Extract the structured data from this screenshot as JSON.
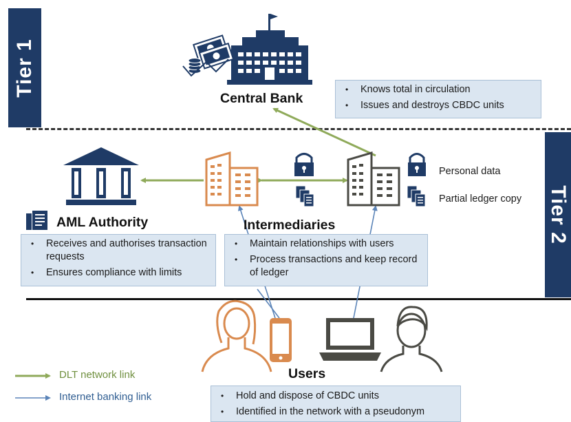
{
  "tiers": {
    "tier1": "Tier 1",
    "tier2": "Tier 2"
  },
  "central_bank": {
    "title": "Central Bank",
    "bullets": [
      "Knows total in circulation",
      "Issues and destroys CBDC units"
    ]
  },
  "aml_authority": {
    "title": "AML Authority",
    "bullets": [
      "Receives and authorises transaction requests",
      "Ensures compliance with limits"
    ]
  },
  "intermediaries": {
    "title": "Intermediaries",
    "bullets": [
      "Maintain relationships with users",
      "Process transactions and keep record of ledger"
    ],
    "personal_data": "Personal data",
    "partial_ledger": "Partial ledger copy"
  },
  "users": {
    "title": "Users",
    "bullets": [
      "Hold and dispose of CBDC units",
      "Identified in the network with a pseudonym"
    ]
  },
  "legend": {
    "dlt": "DLT network link",
    "internet": "Internet banking link"
  },
  "colors": {
    "tier_bar": "#1f3b66",
    "dlt_link": "#8faa5a",
    "internet_link": "#5b84b8",
    "navy_icon": "#1f3b66",
    "orange_icon": "#d98a4e",
    "dark_icon": "#4a4a44",
    "box_fill": "#dbe6f1"
  },
  "icons": [
    "bank-building-icon",
    "money-icon",
    "aml-building-icon",
    "document-icon",
    "intermediary-building-icon",
    "lock-icon",
    "ledger-copy-icon",
    "person-icon",
    "smartphone-icon",
    "laptop-icon"
  ]
}
